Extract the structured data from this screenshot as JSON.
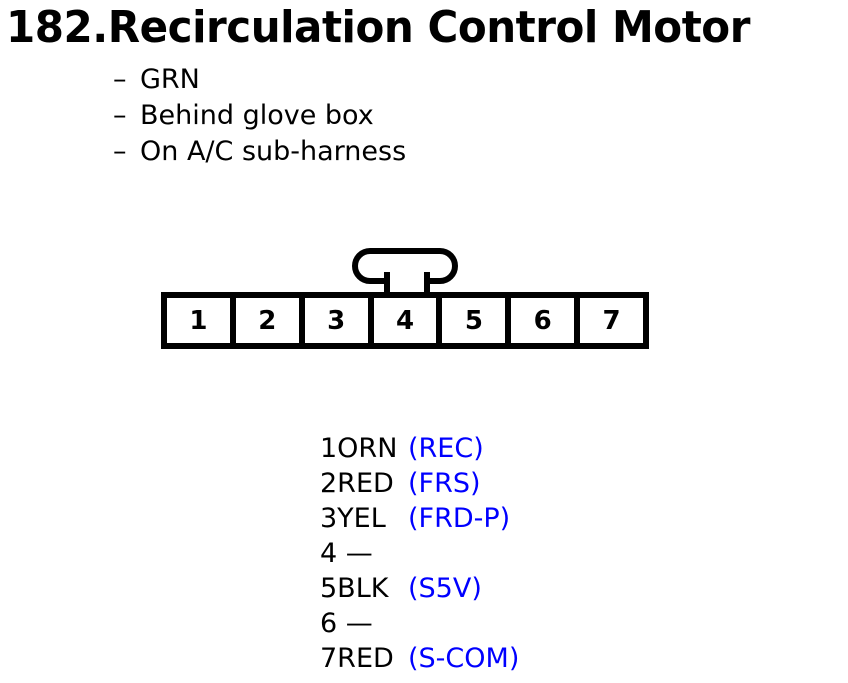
{
  "page": {
    "title": "182.Recirculation Control Motor",
    "background_color": "#ffffff",
    "text_color": "#000000",
    "signal_color": "#0000ff"
  },
  "notes": {
    "dash": "–",
    "items": [
      {
        "text": "GRN"
      },
      {
        "text": "Behind glove box"
      },
      {
        "text": "On A/C sub-harness"
      }
    ]
  },
  "connector": {
    "name": "7-pin inline connector",
    "latch_position": "top-center-over-pin-4",
    "pin_count": 7,
    "pins": [
      {
        "number": "1"
      },
      {
        "number": "2"
      },
      {
        "number": "3"
      },
      {
        "number": "4"
      },
      {
        "number": "5"
      },
      {
        "number": "6"
      },
      {
        "number": "7"
      }
    ]
  },
  "pinout": {
    "unused_marker": "—",
    "rows": [
      {
        "label": "1ORN",
        "signal": "(REC)"
      },
      {
        "label": "2RED",
        "signal": "(FRS)"
      },
      {
        "label": "3YEL",
        "signal": "(FRD-P)"
      },
      {
        "label": "4 —",
        "signal": ""
      },
      {
        "label": "5BLK",
        "signal": "(S5V)"
      },
      {
        "label": "6 —",
        "signal": ""
      },
      {
        "label": "7RED",
        "signal": "(S-COM)"
      }
    ]
  }
}
